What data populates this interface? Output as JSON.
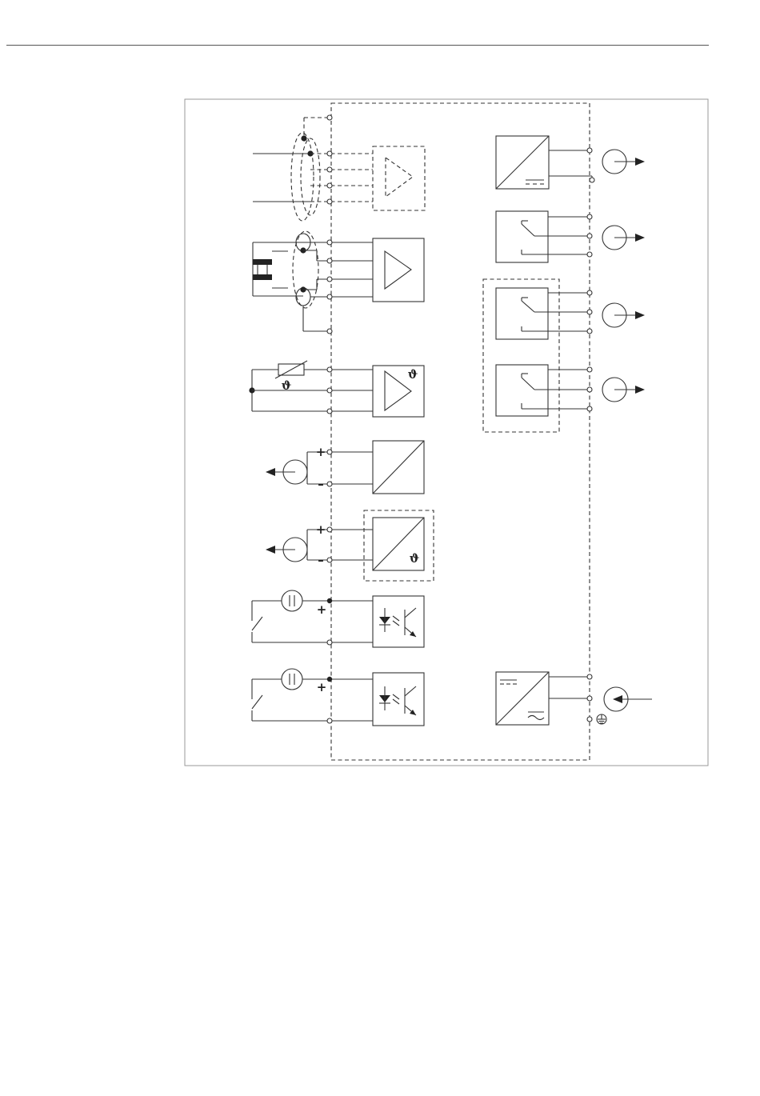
{
  "diagram": {
    "temperature_symbol": "ϑ",
    "plus_sign": "+",
    "minus_sign": "–",
    "colors": {
      "line": "#333333",
      "frame": "#999999",
      "background": "#ffffff"
    },
    "icons": [
      "amplifier",
      "analog-to-digital-converter",
      "relay",
      "optocoupler",
      "ground",
      "current-meter",
      "power-supply"
    ]
  }
}
